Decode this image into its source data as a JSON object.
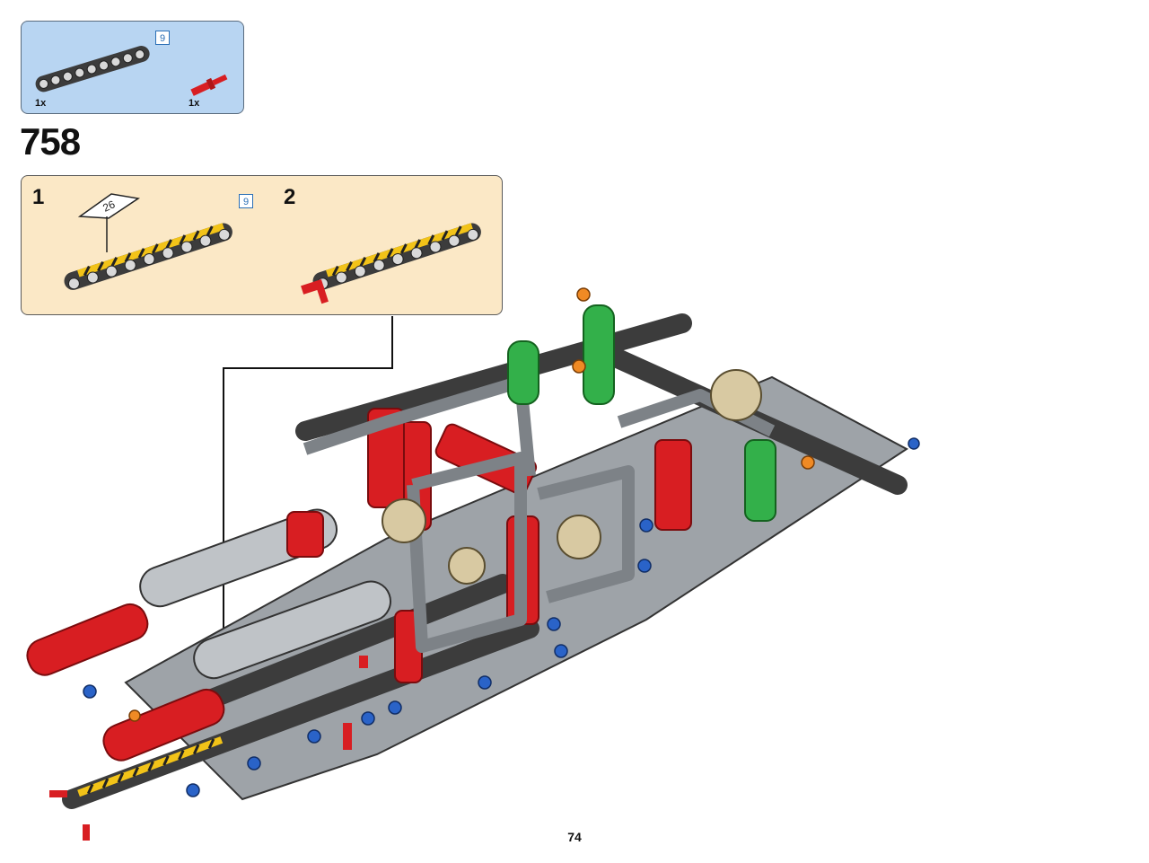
{
  "parts_callout": {
    "items": [
      {
        "qty": "1x",
        "part": "beam-9",
        "length_badge": "9"
      },
      {
        "qty": "1x",
        "part": "red-axle-pin"
      }
    ]
  },
  "step": {
    "number": "758",
    "substeps": [
      {
        "label": "1",
        "length_badge": "9",
        "sticker_number": "26"
      },
      {
        "label": "2"
      }
    ]
  },
  "page": {
    "number": "74"
  },
  "colors": {
    "parts_callout_bg": "#b8d5f2",
    "substep_bg": "#fbe8c6",
    "beam_dark": "#3c3c3c",
    "brick_red": "#d81e22",
    "brick_green": "#33b04a",
    "brick_blue": "#2a63c8",
    "brick_orange": "#f08a24",
    "stripe_yellow": "#f2c318"
  }
}
